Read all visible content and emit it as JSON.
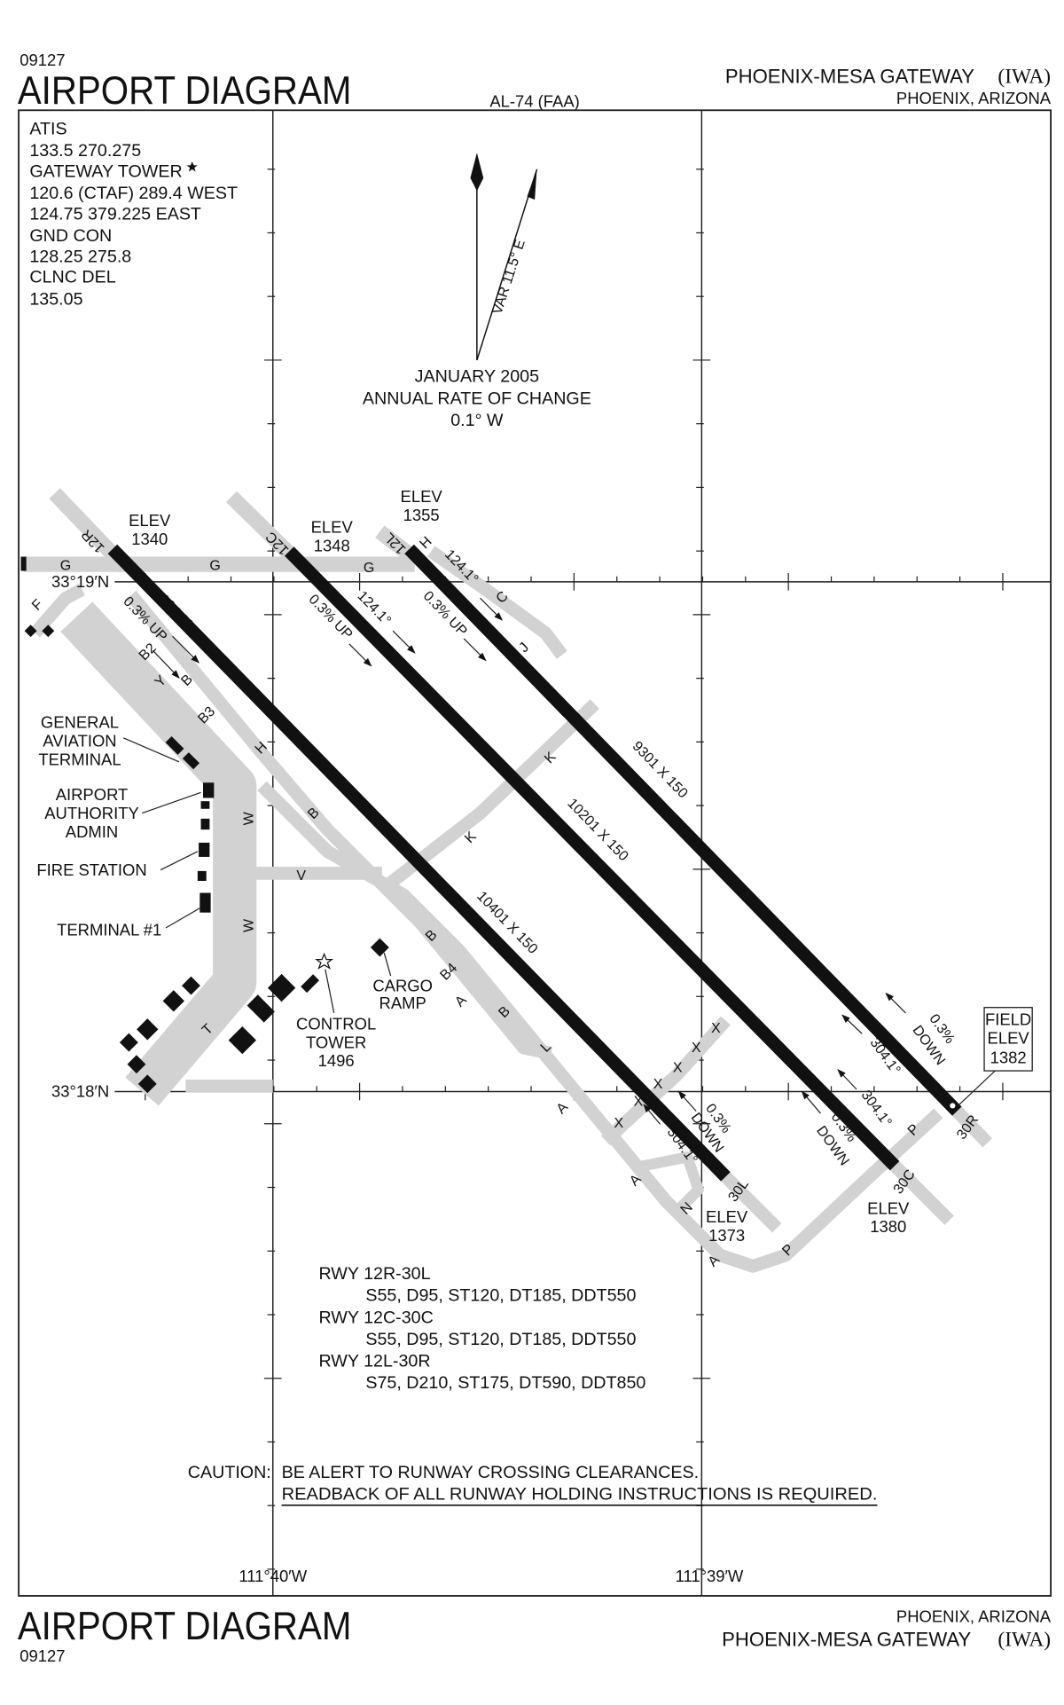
{
  "header": {
    "chart_number": "09127",
    "title": "AIRPORT DIAGRAM",
    "procedure_id": "AL-74 (FAA)",
    "airport_name": "PHOENIX-MESA GATEWAY",
    "airport_id": "(IWA)",
    "location": "PHOENIX, ARIZONA"
  },
  "footer": {
    "chart_number": "09127",
    "title": "AIRPORT DIAGRAM",
    "airport_name": "PHOENIX-MESA GATEWAY",
    "airport_id": "(IWA)",
    "location": "PHOENIX, ARIZONA"
  },
  "frequencies": [
    "ATIS",
    "133.5  270.275",
    "GATEWAY TOWER",
    "120.6 (CTAF) 289.4  WEST",
    "124.75  379.225  EAST",
    "GND CON",
    "128.25  275.8",
    "CLNC DEL",
    "135.05"
  ],
  "compass": {
    "variation": "VAR 11.5° E",
    "date": "JANUARY 2005",
    "rate_label": "ANNUAL RATE OF CHANGE",
    "rate": "0.1° W"
  },
  "coordinates": {
    "lat_north": "33°19′N",
    "lat_south": "33°18′N",
    "lon_west": "111°40′W",
    "lon_east": "111°39′W"
  },
  "runways": {
    "r12R": "12R",
    "r30L": "30L",
    "r12C": "12C",
    "r30C": "30C",
    "r12L": "12L",
    "r30R": "30R",
    "dim_12R_30L": "10401 X 150",
    "dim_12C_30C": "10201 X 150",
    "dim_12L_30R": "9301 X 150",
    "hdg_12": "124.1°",
    "hdg_30": "304.1°",
    "slope_up": "0.3% UP",
    "slope_pct": "0.3%",
    "slope_down": "DOWN"
  },
  "elevations": {
    "label": "ELEV",
    "e12R": "1340",
    "e12C": "1348",
    "e12L": "1355",
    "e30L": "1373",
    "e30C": "1380",
    "field_1": "FIELD",
    "field_2": "ELEV",
    "field_value": "1382"
  },
  "taxiways": {
    "G": "G",
    "F": "F",
    "B2": "B2",
    "Y": "Y",
    "B": "B",
    "B3": "B3",
    "H": "H",
    "W": "W",
    "V": "V",
    "K": "K",
    "B4": "B4",
    "A": "A",
    "L": "L",
    "T": "T",
    "X": "X",
    "N": "N",
    "P": "P",
    "C": "C",
    "J": "J"
  },
  "facilities": {
    "ga_1": "GENERAL",
    "ga_2": "AVIATION",
    "ga_3": "TERMINAL",
    "admin_1": "AIRPORT",
    "admin_2": "AUTHORITY",
    "admin_3": "ADMIN",
    "fire": "FIRE STATION",
    "terminal": "TERMINAL #1",
    "tower_1": "CONTROL",
    "tower_2": "TOWER",
    "tower_3": "1496",
    "cargo_1": "CARGO",
    "cargo_2": "RAMP"
  },
  "strength": [
    {
      "runway": "RWY 12R-30L",
      "values": "S55, D95, ST120, DT185, DDT550"
    },
    {
      "runway": "RWY 12C-30C",
      "values": "S55, D95, ST120, DT185, DDT550"
    },
    {
      "runway": "RWY 12L-30R",
      "values": "S75, D210, ST175, DT590, DDT850"
    }
  ],
  "caution": {
    "prefix": "CAUTION:",
    "line1": "BE ALERT TO RUNWAY CROSSING CLEARANCES.",
    "line2": "READBACK OF ALL RUNWAY HOLDING INSTRUCTIONS IS REQUIRED."
  }
}
